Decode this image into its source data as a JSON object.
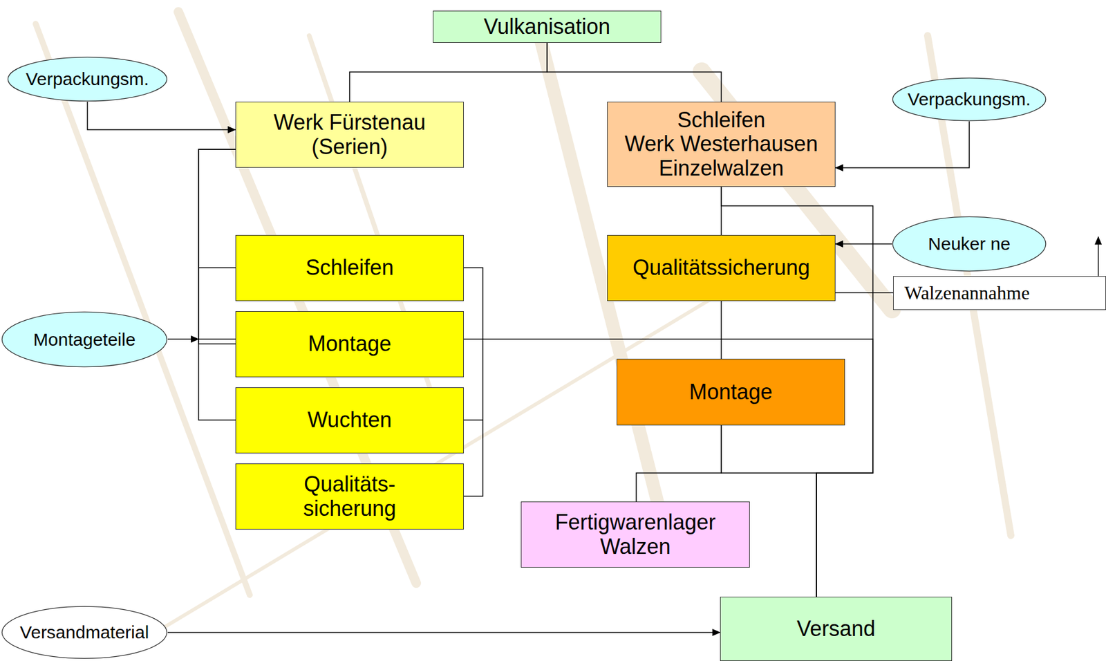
{
  "diagram": {
    "nodes": [
      {
        "text": [
          "Vulkanisation"
        ]
      },
      {
        "text": [
          "Verpackungsm."
        ]
      },
      {
        "text": [
          "Werk Fürstenau (Serien)"
        ]
      },
      {
        "text": [
          "Schleifen",
          "Werk Westerhausen Einzelwalzen"
        ]
      },
      {
        "text": [
          "Verpackungsm."
        ]
      },
      {
        "text": [
          "Neuker ne"
        ]
      },
      {
        "text": [
          "Schleifen"
        ]
      },
      {
        "text": [
          "Qualitätssicherung"
        ]
      },
      {
        "text": [
          "Walzenannahme"
        ]
      },
      {
        "text": [
          "Montageteile"
        ]
      },
      {
        "text": [
          "Montage"
        ]
      },
      {
        "text": [
          "Montage"
        ]
      },
      {
        "text": [
          "Wuchten"
        ]
      },
      {
        "text": [
          "Qualitäts- sicherung"
        ]
      },
      {
        "text": [
          "Fertigwarenlager Walzen"
        ]
      },
      {
        "text": [
          "Versandmaterial"
        ]
      },
      {
        "text": [
          "Versand"
        ]
      }
    ],
    "edges": [
      {
        "from": 0,
        "to": 2,
        "arrow": "none"
      },
      {
        "from": 0,
        "to": 3,
        "arrow": "none"
      },
      {
        "from": 1,
        "to": 2,
        "arrow": "to"
      },
      {
        "from": 4,
        "to": 3,
        "arrow": "to"
      },
      {
        "from": 3,
        "to": 7,
        "arrow": "none"
      },
      {
        "from": 5,
        "to": 7,
        "arrow": "to"
      },
      {
        "from": 7,
        "to": 8,
        "arrow": "none"
      },
      {
        "from": 7,
        "to": 11,
        "arrow": "none"
      },
      {
        "from": 2,
        "to": 6,
        "arrow": "none"
      },
      {
        "from": 2,
        "to": 10,
        "arrow": "none"
      },
      {
        "from": 2,
        "to": 12,
        "arrow": "none"
      },
      {
        "from": 9,
        "to": 10,
        "arrow": "to"
      },
      {
        "from": 10,
        "to": 16,
        "arrow": "none"
      },
      {
        "from": 3,
        "to": 16,
        "arrow": "none"
      },
      {
        "from": 11,
        "to": 14,
        "arrow": "none"
      },
      {
        "from": 11,
        "to": 16,
        "arrow": "none"
      },
      {
        "from": 15,
        "to": 16,
        "arrow": "to"
      }
    ]
  }
}
